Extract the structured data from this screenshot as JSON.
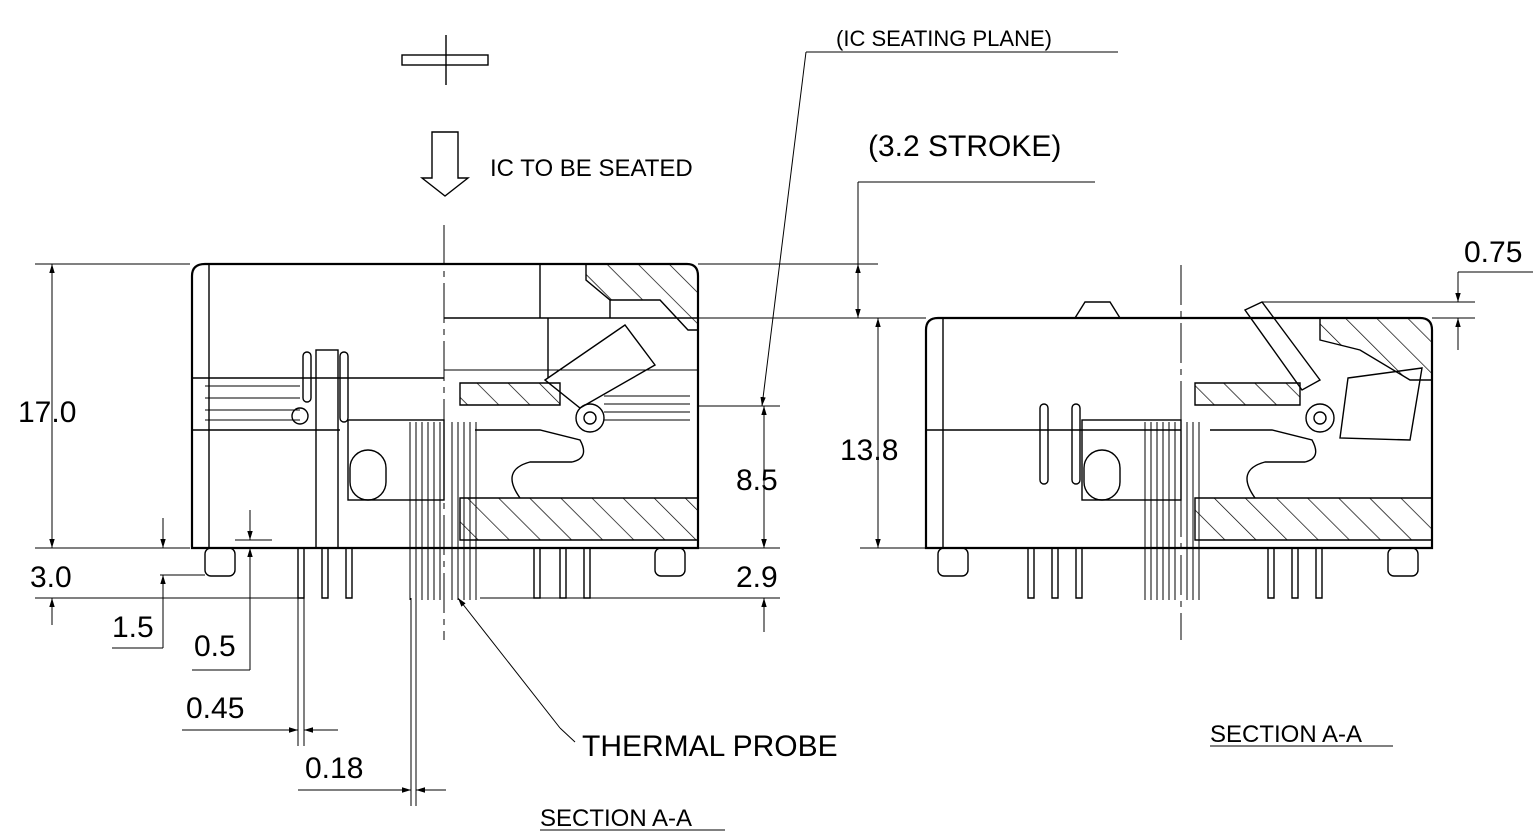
{
  "annotations": {
    "ic_to_be_seated": "IC TO BE SEATED",
    "ic_seating_plane": "(IC SEATING PLANE)",
    "stroke": "(3.2 STROKE)",
    "thermal_probe": "THERMAL PROBE"
  },
  "left_view": {
    "caption": "SECTION A-A",
    "dimensions": {
      "height_17": "17.0",
      "height_8_5": "8.5",
      "height_2_9": "2.9",
      "dim_3_0": "3.0",
      "dim_1_5": "1.5",
      "dim_0_5": "0.5",
      "dim_0_45": "0.45",
      "dim_0_18": "0.18"
    }
  },
  "right_view": {
    "caption": "SECTION A-A",
    "dimensions": {
      "height_13_8": "13.8",
      "dim_0_75": "0.75"
    }
  }
}
